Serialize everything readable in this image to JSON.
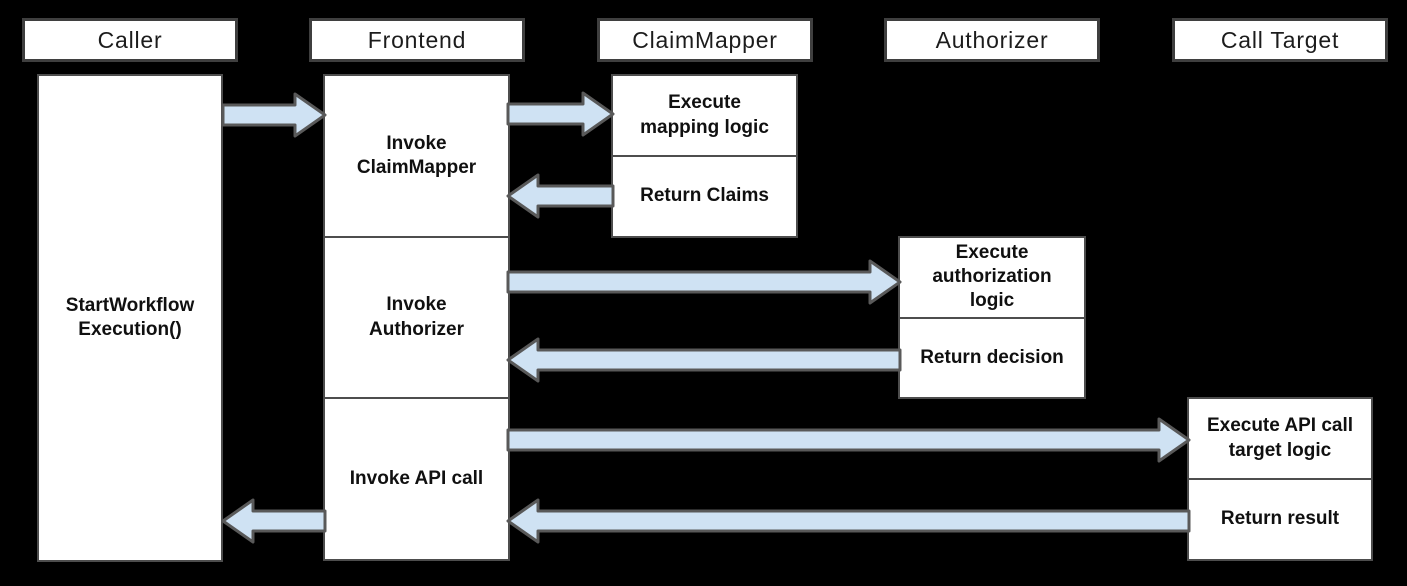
{
  "colors": {
    "background": "#000000",
    "box_fill": "#ffffff",
    "box_border": "#4d4d4d",
    "header_border": "#3f3f3f",
    "arrow_fill": "#cfe2f3",
    "arrow_border": "#595959",
    "text": "#101010"
  },
  "lifelines": [
    {
      "label": "Caller"
    },
    {
      "label": "Frontend"
    },
    {
      "label": "ClaimMapper"
    },
    {
      "label": "Authorizer"
    },
    {
      "label": "Call Target"
    }
  ],
  "caller": {
    "label": "StartWorkflow\nExecution()"
  },
  "frontend_steps": [
    {
      "label": "Invoke\nClaimMapper"
    },
    {
      "label": "Invoke\nAuthorizer"
    },
    {
      "label": "Invoke API call"
    }
  ],
  "claimmapper_steps": [
    {
      "label": "Execute\nmapping logic"
    },
    {
      "label": "Return Claims"
    }
  ],
  "authorizer_steps": [
    {
      "label": "Execute\nauthorization\nlogic"
    },
    {
      "label": "Return decision"
    }
  ],
  "calltarget_steps": [
    {
      "label": "Execute API call\ntarget logic"
    },
    {
      "label": "Return result"
    }
  ],
  "arrows": [
    {
      "name": "caller-to-frontend",
      "from": "Caller",
      "to": "Frontend",
      "direction": "right"
    },
    {
      "name": "frontend-to-claimmapper",
      "from": "Frontend",
      "to": "ClaimMapper",
      "direction": "right"
    },
    {
      "name": "claimmapper-to-frontend",
      "from": "ClaimMapper",
      "to": "Frontend",
      "direction": "left"
    },
    {
      "name": "frontend-to-authorizer",
      "from": "Frontend",
      "to": "Authorizer",
      "direction": "right"
    },
    {
      "name": "authorizer-to-frontend",
      "from": "Authorizer",
      "to": "Frontend",
      "direction": "left"
    },
    {
      "name": "frontend-to-calltarget",
      "from": "Frontend",
      "to": "Call Target",
      "direction": "right"
    },
    {
      "name": "calltarget-to-frontend",
      "from": "Call Target",
      "to": "Frontend",
      "direction": "left"
    },
    {
      "name": "frontend-to-caller",
      "from": "Frontend",
      "to": "Caller",
      "direction": "left"
    }
  ]
}
